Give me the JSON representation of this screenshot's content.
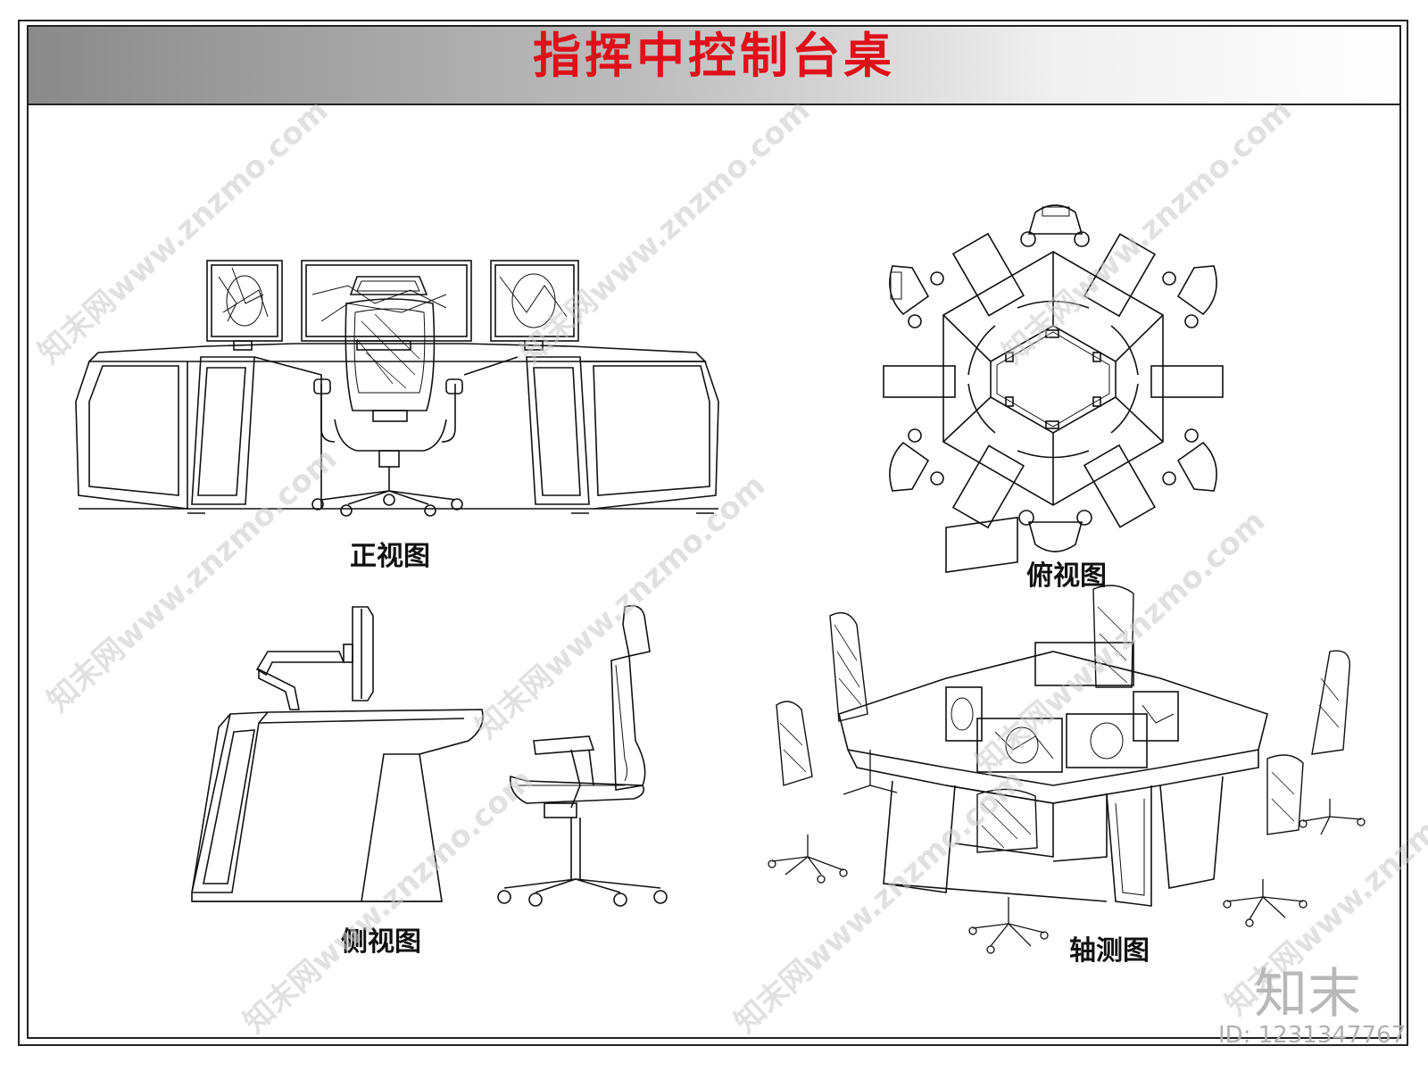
{
  "title": "指挥中控制台桌",
  "views": {
    "front": "正视图",
    "top": "俯视图",
    "side": "侧视图",
    "axonometric": "轴测图"
  },
  "watermark": {
    "text": "知末网www.znzmo.com",
    "logo": "知末",
    "id": "ID: 1231347767"
  },
  "colors": {
    "title": "#e0101a",
    "line": "#111111",
    "watermark": "#c9c9c9"
  }
}
